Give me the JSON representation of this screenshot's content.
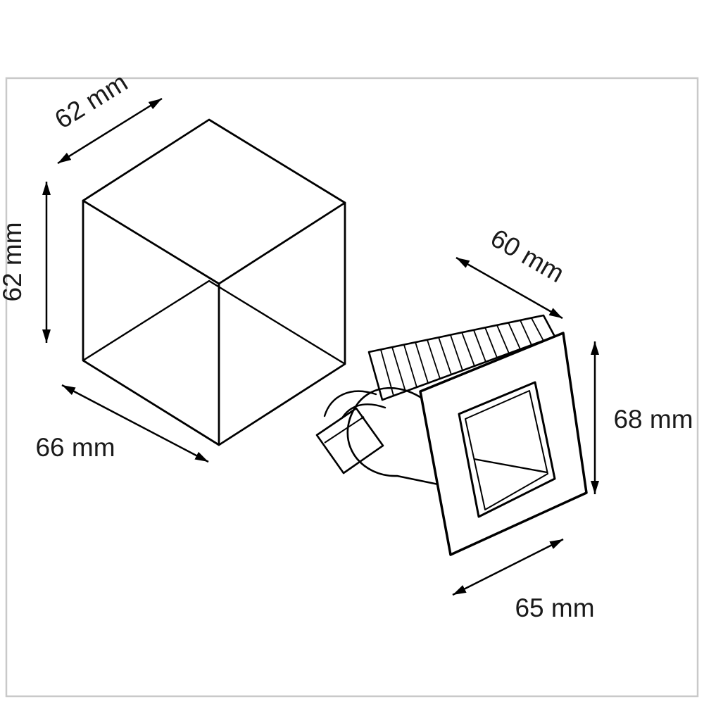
{
  "diagram": {
    "description": "Technical dimension drawing of a cube mounting box and a square recessed step-light fixture",
    "unit": "mm"
  },
  "dimensions": {
    "cube": {
      "top_edge": "62 mm",
      "left_side": "62 mm",
      "bottom_edge": "66 mm"
    },
    "fixture": {
      "top_edge": "60 mm",
      "right_side": "68 mm",
      "bottom_edge": "65 mm"
    }
  },
  "style": {
    "line_color": "#000000",
    "frame_border_color": "#c9c9c9",
    "background": "#ffffff",
    "label_color": "#1a1a1a"
  }
}
